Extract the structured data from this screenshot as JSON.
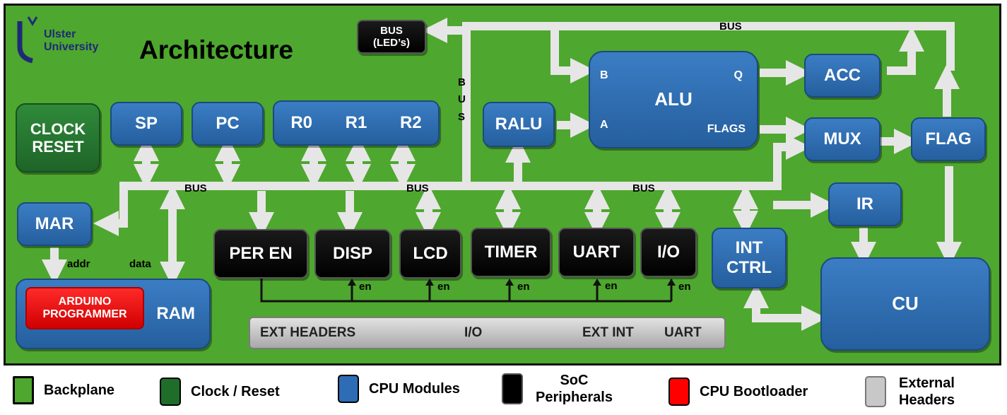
{
  "header": {
    "logo_line1": "Ulster",
    "logo_line2": "University",
    "title": "Architecture"
  },
  "blocks": {
    "bus_leds_line1": "BUS",
    "bus_leds_line2": "(LED’s)",
    "clock_line1": "CLOCK",
    "clock_line2": "RESET",
    "sp": "SP",
    "pc": "PC",
    "r0": "R0",
    "r1": "R1",
    "r2": "R2",
    "ralu": "RALU",
    "alu": "ALU",
    "alu_b": "B",
    "alu_a": "A",
    "alu_q": "Q",
    "alu_flags": "FLAGS",
    "acc": "ACC",
    "mux": "MUX",
    "flag": "FLAG",
    "ir": "IR",
    "cu": "CU",
    "int_line1": "INT",
    "int_line2": "CTRL",
    "mar": "MAR",
    "ram": "RAM",
    "programmer_line1": "ARDUINO",
    "programmer_line2": "PROGRAMMER",
    "per_en": "PER EN",
    "disp": "DISP",
    "lcd": "LCD",
    "timer": "TIMER",
    "uart": "UART",
    "io": "I/O"
  },
  "labels": {
    "bus": "BUS",
    "bus_v1": "B",
    "bus_v2": "U",
    "bus_v3": "S",
    "addr": "addr",
    "data": "data",
    "en": "en"
  },
  "ext_headers": {
    "h1": "EXT HEADERS",
    "h2": "I/O",
    "h3": "EXT INT",
    "h4": "UART"
  },
  "legend": [
    {
      "label": "Backplane",
      "color": "#4ea72e"
    },
    {
      "label": "Clock / Reset",
      "color": "#1e6e2a"
    },
    {
      "label": "CPU Modules",
      "color": "#2e6db5"
    },
    {
      "label": "SoC",
      "label2": "Peripherals",
      "color": "#000000"
    },
    {
      "label": "CPU Bootloader",
      "color": "#ff0000"
    },
    {
      "label": "External",
      "label2": "Headers",
      "color": "#c8c8c8"
    }
  ]
}
